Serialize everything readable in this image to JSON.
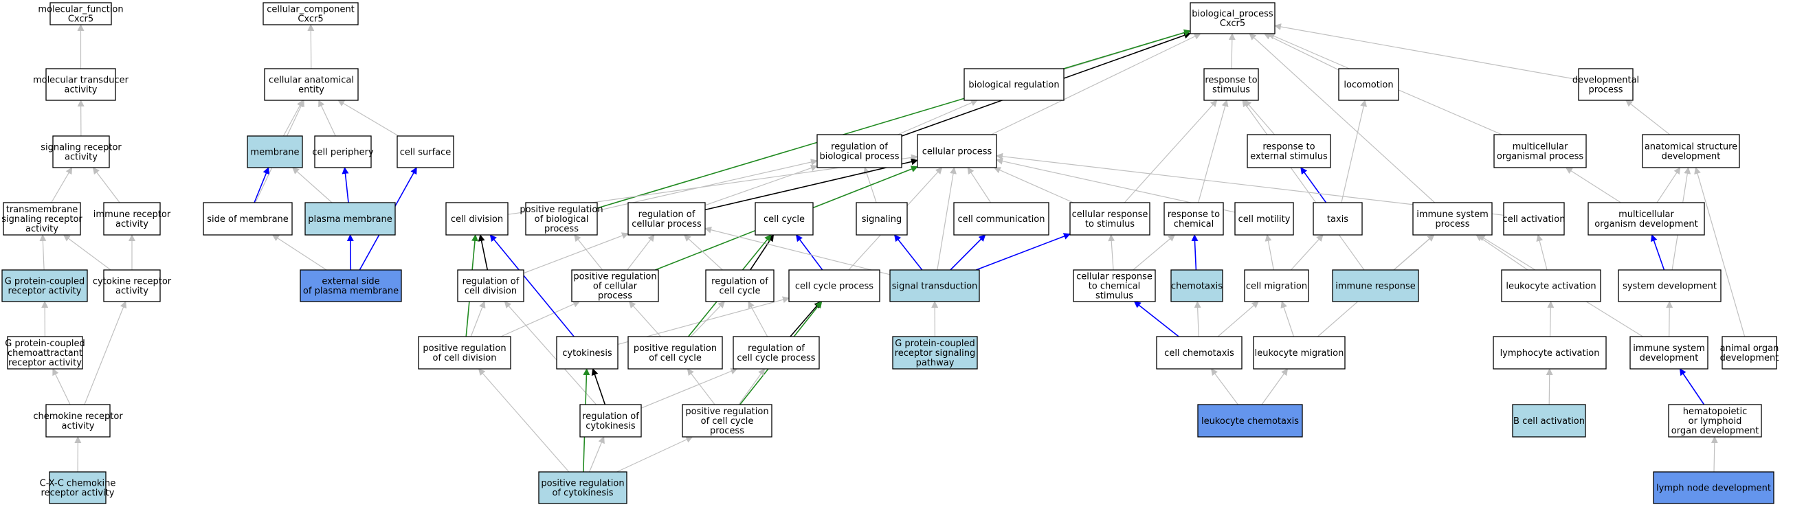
{
  "colors": {
    "white": "#ffffff",
    "light_blue": "#add8e6",
    "cornflower": "#6495ed",
    "edge_gray": "#c0c0c0",
    "edge_blue": "#0000ff",
    "edge_green": "#228b22",
    "edge_black": "#000000"
  },
  "nodes": {
    "mf_root": {
      "lines": [
        "molecular_function",
        "Cxcr5"
      ],
      "fill": "white"
    },
    "mol_transducer": {
      "lines": [
        "molecular transducer",
        "activity"
      ],
      "fill": "white"
    },
    "sig_receptor": {
      "lines": [
        "signaling receptor",
        "activity"
      ],
      "fill": "white"
    },
    "tm_sig_receptor": {
      "lines": [
        "transmembrane",
        "signaling receptor",
        "activity"
      ],
      "fill": "white"
    },
    "gpcr_activity": {
      "lines": [
        "G protein-coupled",
        "receptor activity"
      ],
      "fill": "light_blue"
    },
    "gpc_chemo": {
      "lines": [
        "G protein-coupled",
        "chemoattractant",
        "receptor activity"
      ],
      "fill": "white"
    },
    "chemokine_receptor": {
      "lines": [
        "chemokine receptor",
        "activity"
      ],
      "fill": "white"
    },
    "cxc_chemokine": {
      "lines": [
        "C-X-C chemokine",
        "receptor activity"
      ],
      "fill": "light_blue"
    },
    "immune_receptor": {
      "lines": [
        "immune receptor",
        "activity"
      ],
      "fill": "white"
    },
    "cytokine_receptor": {
      "lines": [
        "cytokine receptor",
        "activity"
      ],
      "fill": "white"
    },
    "cc_root": {
      "lines": [
        "cellular_component",
        "Cxcr5"
      ],
      "fill": "white"
    },
    "cell_anat_entity": {
      "lines": [
        "cellular anatomical",
        "entity"
      ],
      "fill": "white"
    },
    "membrane": {
      "lines": [
        "membrane"
      ],
      "fill": "light_blue"
    },
    "cell_periphery": {
      "lines": [
        "cell periphery"
      ],
      "fill": "white"
    },
    "cell_surface": {
      "lines": [
        "cell surface"
      ],
      "fill": "white"
    },
    "side_of_membrane": {
      "lines": [
        "side of membrane"
      ],
      "fill": "white"
    },
    "plasma_membrane": {
      "lines": [
        "plasma membrane"
      ],
      "fill": "light_blue"
    },
    "ext_side_pm": {
      "lines": [
        "external side",
        "of plasma membrane"
      ],
      "fill": "cornflower"
    },
    "bp_root": {
      "lines": [
        "biological_process",
        "Cxcr5"
      ],
      "fill": "white"
    },
    "bio_regulation": {
      "lines": [
        "biological regulation"
      ],
      "fill": "white"
    },
    "resp_stimulus": {
      "lines": [
        "response to",
        "stimulus"
      ],
      "fill": "white"
    },
    "locomotion": {
      "lines": [
        "locomotion"
      ],
      "fill": "white"
    },
    "dev_process": {
      "lines": [
        "developmental",
        "process"
      ],
      "fill": "white"
    },
    "reg_bio_process": {
      "lines": [
        "regulation of",
        "biological process"
      ],
      "fill": "white"
    },
    "cellular_process": {
      "lines": [
        "cellular process"
      ],
      "fill": "white"
    },
    "resp_ext_stimulus": {
      "lines": [
        "response to",
        "external stimulus"
      ],
      "fill": "white"
    },
    "multicell_org_process": {
      "lines": [
        "multicellular",
        "organismal process"
      ],
      "fill": "white"
    },
    "anat_struct_dev": {
      "lines": [
        "anatomical structure",
        "development"
      ],
      "fill": "white"
    },
    "cell_division": {
      "lines": [
        "cell division"
      ],
      "fill": "white"
    },
    "pos_reg_bio_process": {
      "lines": [
        "positive regulation",
        "of biological",
        "process"
      ],
      "fill": "white"
    },
    "reg_cell_process": {
      "lines": [
        "regulation of",
        "cellular process"
      ],
      "fill": "white"
    },
    "cell_cycle": {
      "lines": [
        "cell cycle"
      ],
      "fill": "white"
    },
    "signaling": {
      "lines": [
        "signaling"
      ],
      "fill": "white"
    },
    "cell_communication": {
      "lines": [
        "cell communication"
      ],
      "fill": "white"
    },
    "cell_resp_stimulus": {
      "lines": [
        "cellular response",
        "to stimulus"
      ],
      "fill": "white"
    },
    "resp_chemical": {
      "lines": [
        "response to",
        "chemical"
      ],
      "fill": "white"
    },
    "cell_motility": {
      "lines": [
        "cell motility"
      ],
      "fill": "white"
    },
    "taxis": {
      "lines": [
        "taxis"
      ],
      "fill": "white"
    },
    "immune_sys_process": {
      "lines": [
        "immune system",
        "process"
      ],
      "fill": "white"
    },
    "cell_activation": {
      "lines": [
        "cell activation"
      ],
      "fill": "white"
    },
    "multicell_org_dev": {
      "lines": [
        "multicellular",
        "organism development"
      ],
      "fill": "white"
    },
    "reg_cell_division": {
      "lines": [
        "regulation of",
        "cell division"
      ],
      "fill": "white"
    },
    "pos_reg_cell_process": {
      "lines": [
        "positive regulation",
        "of cellular",
        "process"
      ],
      "fill": "white"
    },
    "reg_cell_cycle": {
      "lines": [
        "regulation of",
        "cell cycle"
      ],
      "fill": "white"
    },
    "cell_cycle_process": {
      "lines": [
        "cell cycle process"
      ],
      "fill": "white"
    },
    "signal_transduction": {
      "lines": [
        "signal transduction"
      ],
      "fill": "light_blue"
    },
    "cell_resp_chem": {
      "lines": [
        "cellular response",
        "to chemical",
        "stimulus"
      ],
      "fill": "white"
    },
    "chemotaxis": {
      "lines": [
        "chemotaxis"
      ],
      "fill": "light_blue"
    },
    "cell_migration": {
      "lines": [
        "cell migration"
      ],
      "fill": "white"
    },
    "immune_response": {
      "lines": [
        "immune response"
      ],
      "fill": "light_blue"
    },
    "leukocyte_activation": {
      "lines": [
        "leukocyte activation"
      ],
      "fill": "white"
    },
    "system_dev": {
      "lines": [
        "system development"
      ],
      "fill": "white"
    },
    "pos_reg_cell_division": {
      "lines": [
        "positive regulation",
        "of cell division"
      ],
      "fill": "white"
    },
    "cytokinesis": {
      "lines": [
        "cytokinesis"
      ],
      "fill": "white"
    },
    "pos_reg_cell_cycle": {
      "lines": [
        "positive regulation",
        "of cell cycle"
      ],
      "fill": "white"
    },
    "reg_cell_cycle_process": {
      "lines": [
        "regulation of",
        "cell cycle process"
      ],
      "fill": "white"
    },
    "gpcr_pathway": {
      "lines": [
        "G protein-coupled",
        "receptor signaling",
        "pathway"
      ],
      "fill": "light_blue"
    },
    "cell_chemotaxis": {
      "lines": [
        "cell chemotaxis"
      ],
      "fill": "white"
    },
    "leukocyte_migration": {
      "lines": [
        "leukocyte migration"
      ],
      "fill": "white"
    },
    "lymphocyte_activation": {
      "lines": [
        "lymphocyte activation"
      ],
      "fill": "white"
    },
    "immune_sys_dev": {
      "lines": [
        "immune system",
        "development"
      ],
      "fill": "white"
    },
    "animal_organ_dev": {
      "lines": [
        "animal organ",
        "development"
      ],
      "fill": "white"
    },
    "reg_cytokinesis": {
      "lines": [
        "regulation of",
        "cytokinesis"
      ],
      "fill": "white"
    },
    "pos_reg_cc_process": {
      "lines": [
        "positive regulation",
        "of cell cycle",
        "process"
      ],
      "fill": "white"
    },
    "leukocyte_chemotaxis": {
      "lines": [
        "leukocyte chemotaxis"
      ],
      "fill": "cornflower"
    },
    "b_cell_activation": {
      "lines": [
        "B cell activation"
      ],
      "fill": "light_blue"
    },
    "hemato_lymphoid_dev": {
      "lines": [
        "hematopoietic",
        "or lymphoid",
        "organ development"
      ],
      "fill": "white"
    },
    "pos_reg_cytokinesis": {
      "lines": [
        "positive regulation",
        "of cytokinesis"
      ],
      "fill": "light_blue"
    },
    "lymph_node_dev": {
      "lines": [
        "lymph node development"
      ],
      "fill": "cornflower"
    }
  },
  "edges": [
    {
      "from": "mol_transducer",
      "to": "mf_root",
      "color": "gray"
    },
    {
      "from": "sig_receptor",
      "to": "mol_transducer",
      "color": "gray"
    },
    {
      "from": "tm_sig_receptor",
      "to": "sig_receptor",
      "color": "gray"
    },
    {
      "from": "immune_receptor",
      "to": "sig_receptor",
      "color": "gray"
    },
    {
      "from": "gpcr_activity",
      "to": "tm_sig_receptor",
      "color": "gray"
    },
    {
      "from": "cytokine_receptor",
      "to": "tm_sig_receptor",
      "color": "gray"
    },
    {
      "from": "cytokine_receptor",
      "to": "immune_receptor",
      "color": "gray"
    },
    {
      "from": "gpc_chemo",
      "to": "gpcr_activity",
      "color": "gray"
    },
    {
      "from": "chemokine_receptor",
      "to": "gpc_chemo",
      "color": "gray"
    },
    {
      "from": "chemokine_receptor",
      "to": "cytokine_receptor",
      "color": "gray"
    },
    {
      "from": "cxc_chemokine",
      "to": "chemokine_receptor",
      "color": "gray"
    },
    {
      "from": "cell_anat_entity",
      "to": "cc_root",
      "color": "gray"
    },
    {
      "from": "membrane",
      "to": "cell_anat_entity",
      "color": "gray"
    },
    {
      "from": "cell_periphery",
      "to": "cell_anat_entity",
      "color": "gray"
    },
    {
      "from": "cell_surface",
      "to": "cell_anat_entity",
      "color": "gray"
    },
    {
      "from": "side_of_membrane",
      "to": "cell_anat_entity",
      "color": "gray"
    },
    {
      "from": "side_of_membrane",
      "to": "membrane",
      "color": "blue"
    },
    {
      "from": "plasma_membrane",
      "to": "membrane",
      "color": "gray"
    },
    {
      "from": "plasma_membrane",
      "to": "cell_periphery",
      "color": "blue"
    },
    {
      "from": "ext_side_pm",
      "to": "side_of_membrane",
      "color": "gray"
    },
    {
      "from": "ext_side_pm",
      "to": "plasma_membrane",
      "color": "blue"
    },
    {
      "from": "ext_side_pm",
      "to": "cell_surface",
      "color": "blue"
    },
    {
      "from": "bio_regulation",
      "to": "bp_root",
      "color": "gray"
    },
    {
      "from": "resp_stimulus",
      "to": "bp_root",
      "color": "gray"
    },
    {
      "from": "locomotion",
      "to": "bp_root",
      "color": "gray"
    },
    {
      "from": "dev_process",
      "to": "bp_root",
      "color": "gray"
    },
    {
      "from": "cellular_process",
      "to": "bp_root",
      "color": "gray"
    },
    {
      "from": "multicell_org_process",
      "to": "bp_root",
      "color": "gray"
    },
    {
      "from": "immune_sys_process",
      "to": "bp_root",
      "color": "gray"
    },
    {
      "from": "reg_bio_process",
      "to": "bp_root",
      "color": "black"
    },
    {
      "from": "pos_reg_bio_process",
      "to": "bp_root",
      "color": "green"
    },
    {
      "from": "reg_bio_process",
      "to": "bio_regulation",
      "color": "gray"
    },
    {
      "from": "resp_ext_stimulus",
      "to": "resp_stimulus",
      "color": "gray"
    },
    {
      "from": "cell_resp_stimulus",
      "to": "resp_stimulus",
      "color": "gray"
    },
    {
      "from": "resp_chemical",
      "to": "resp_stimulus",
      "color": "gray"
    },
    {
      "from": "immune_response",
      "to": "resp_stimulus",
      "color": "gray"
    },
    {
      "from": "taxis",
      "to": "locomotion",
      "color": "gray"
    },
    {
      "from": "taxis",
      "to": "resp_ext_stimulus",
      "color": "blue"
    },
    {
      "from": "anat_struct_dev",
      "to": "dev_process",
      "color": "gray"
    },
    {
      "from": "multicell_org_dev",
      "to": "multicell_org_process",
      "color": "gray"
    },
    {
      "from": "multicell_org_dev",
      "to": "anat_struct_dev",
      "color": "gray"
    },
    {
      "from": "system_dev",
      "to": "anat_struct_dev",
      "color": "gray"
    },
    {
      "from": "animal_organ_dev",
      "to": "anat_struct_dev",
      "color": "gray"
    },
    {
      "from": "system_dev",
      "to": "multicell_org_dev",
      "color": "blue"
    },
    {
      "from": "pos_reg_bio_process",
      "to": "reg_bio_process",
      "color": "gray"
    },
    {
      "from": "reg_cell_process",
      "to": "reg_bio_process",
      "color": "gray"
    },
    {
      "from": "signaling",
      "to": "reg_bio_process",
      "color": "gray"
    },
    {
      "from": "cell_division",
      "to": "cellular_process",
      "color": "gray"
    },
    {
      "from": "reg_cell_process",
      "to": "cellular_process",
      "color": "black"
    },
    {
      "from": "cell_cycle",
      "to": "cellular_process",
      "color": "gray"
    },
    {
      "from": "cell_communication",
      "to": "cellular_process",
      "color": "gray"
    },
    {
      "from": "cell_resp_stimulus",
      "to": "cellular_process",
      "color": "gray"
    },
    {
      "from": "cell_motility",
      "to": "cellular_process",
      "color": "gray"
    },
    {
      "from": "cell_activation",
      "to": "cellular_process",
      "color": "gray"
    },
    {
      "from": "cell_cycle_process",
      "to": "cellular_process",
      "color": "gray"
    },
    {
      "from": "signal_transduction",
      "to": "cellular_process",
      "color": "gray"
    },
    {
      "from": "pos_reg_cell_process",
      "to": "cellular_process",
      "color": "green"
    },
    {
      "from": "signal_transduction",
      "to": "signaling",
      "color": "blue"
    },
    {
      "from": "signal_transduction",
      "to": "cell_communication",
      "color": "blue"
    },
    {
      "from": "signal_transduction",
      "to": "cell_resp_stimulus",
      "color": "blue"
    },
    {
      "from": "cell_resp_chem",
      "to": "cell_resp_stimulus",
      "color": "gray"
    },
    {
      "from": "cell_resp_chem",
      "to": "resp_chemical",
      "color": "gray"
    },
    {
      "from": "chemotaxis",
      "to": "resp_chemical",
      "color": "blue"
    },
    {
      "from": "cell_migration",
      "to": "cell_motility",
      "color": "gray"
    },
    {
      "from": "cell_migration",
      "to": "taxis",
      "color": "gray"
    },
    {
      "from": "immune_response",
      "to": "immune_sys_process",
      "color": "gray"
    },
    {
      "from": "leukocyte_activation",
      "to": "immune_sys_process",
      "color": "gray"
    },
    {
      "from": "immune_sys_dev",
      "to": "immune_sys_process",
      "color": "gray"
    },
    {
      "from": "leukocyte_migration",
      "to": "immune_sys_process",
      "color": "gray"
    },
    {
      "from": "leukocyte_activation",
      "to": "cell_activation",
      "color": "gray"
    },
    {
      "from": "lymphocyte_activation",
      "to": "leukocyte_activation",
      "color": "gray"
    },
    {
      "from": "b_cell_activation",
      "to": "lymphocyte_activation",
      "color": "gray"
    },
    {
      "from": "immune_sys_dev",
      "to": "system_dev",
      "color": "gray"
    },
    {
      "from": "hemato_lymphoid_dev",
      "to": "immune_sys_dev",
      "color": "blue"
    },
    {
      "from": "lymph_node_dev",
      "to": "hemato_lymphoid_dev",
      "color": "gray"
    },
    {
      "from": "reg_cell_division",
      "to": "cell_division",
      "color": "black"
    },
    {
      "from": "reg_cell_division",
      "to": "reg_cell_process",
      "color": "gray"
    },
    {
      "from": "pos_reg_cell_process",
      "to": "pos_reg_bio_process",
      "color": "gray"
    },
    {
      "from": "pos_reg_cell_process",
      "to": "reg_cell_process",
      "color": "gray"
    },
    {
      "from": "reg_cell_cycle",
      "to": "cell_cycle",
      "color": "black"
    },
    {
      "from": "reg_cell_cycle",
      "to": "reg_cell_process",
      "color": "gray"
    },
    {
      "from": "cell_cycle_process",
      "to": "cell_cycle",
      "color": "blue"
    },
    {
      "from": "signal_transduction",
      "to": "reg_cell_process",
      "color": "gray"
    },
    {
      "from": "gpcr_pathway",
      "to": "signal_transduction",
      "color": "gray"
    },
    {
      "from": "cell_chemotaxis",
      "to": "cell_resp_chem",
      "color": "blue"
    },
    {
      "from": "cell_chemotaxis",
      "to": "chemotaxis",
      "color": "gray"
    },
    {
      "from": "cell_chemotaxis",
      "to": "cell_migration",
      "color": "gray"
    },
    {
      "from": "leukocyte_migration",
      "to": "cell_migration",
      "color": "gray"
    },
    {
      "from": "leukocyte_chemotaxis",
      "to": "cell_chemotaxis",
      "color": "gray"
    },
    {
      "from": "leukocyte_chemotaxis",
      "to": "leukocyte_migration",
      "color": "gray"
    },
    {
      "from": "pos_reg_cell_division",
      "to": "cell_division",
      "color": "green"
    },
    {
      "from": "pos_reg_cell_division",
      "to": "reg_cell_division",
      "color": "gray"
    },
    {
      "from": "pos_reg_cell_division",
      "to": "pos_reg_cell_process",
      "color": "gray"
    },
    {
      "from": "cytokinesis",
      "to": "cell_division",
      "color": "blue"
    },
    {
      "from": "cytokinesis",
      "to": "cell_cycle_process",
      "color": "gray"
    },
    {
      "from": "pos_reg_cell_cycle",
      "to": "cell_cycle",
      "color": "green"
    },
    {
      "from": "pos_reg_cell_cycle",
      "to": "reg_cell_cycle",
      "color": "gray"
    },
    {
      "from": "pos_reg_cell_cycle",
      "to": "pos_reg_cell_process",
      "color": "gray"
    },
    {
      "from": "reg_cell_cycle_process",
      "to": "cell_cycle_process",
      "color": "black"
    },
    {
      "from": "reg_cell_cycle_process",
      "to": "reg_cell_cycle",
      "color": "gray"
    },
    {
      "from": "reg_cytokinesis",
      "to": "cytokinesis",
      "color": "black"
    },
    {
      "from": "reg_cytokinesis",
      "to": "reg_cell_division",
      "color": "gray"
    },
    {
      "from": "reg_cytokinesis",
      "to": "reg_cell_cycle_process",
      "color": "gray"
    },
    {
      "from": "pos_reg_cc_process",
      "to": "cell_cycle_process",
      "color": "green"
    },
    {
      "from": "pos_reg_cc_process",
      "to": "pos_reg_cell_cycle",
      "color": "gray"
    },
    {
      "from": "pos_reg_cc_process",
      "to": "reg_cell_cycle_process",
      "color": "gray"
    },
    {
      "from": "pos_reg_cytokinesis",
      "to": "cytokinesis",
      "color": "green"
    },
    {
      "from": "pos_reg_cytokinesis",
      "to": "reg_cytokinesis",
      "color": "gray"
    },
    {
      "from": "pos_reg_cytokinesis",
      "to": "pos_reg_cell_division",
      "color": "gray"
    },
    {
      "from": "pos_reg_cytokinesis",
      "to": "pos_reg_cc_process",
      "color": "gray"
    }
  ]
}
